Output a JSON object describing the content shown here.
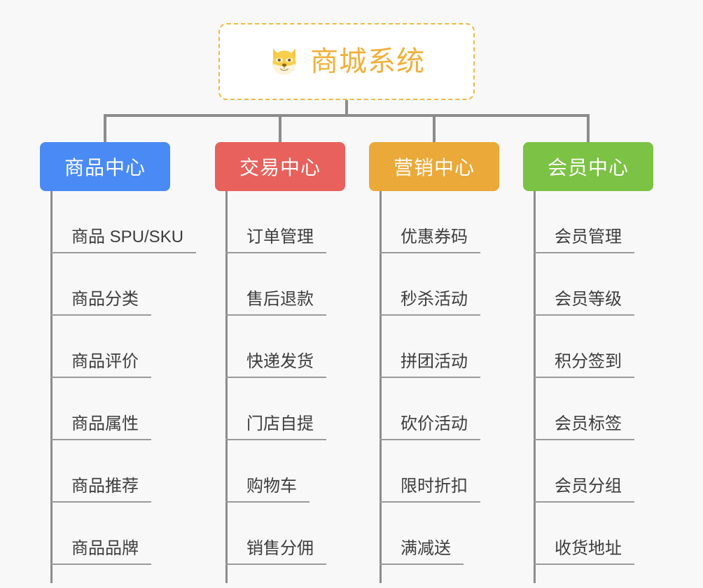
{
  "root": {
    "title": "商城系统",
    "icon": "dog-face-icon",
    "border_color": "#f0b93f",
    "text_color": "#f0b03a"
  },
  "colors": {
    "background": "#f8f8f8",
    "connector": "#8c8c8c",
    "leaf_text": "#3d3d3d",
    "leaf_rule": "#9a9a9a"
  },
  "columns": [
    {
      "title": "商品中心",
      "color": "#4a8af4",
      "items": [
        "商品 SPU/SKU",
        "商品分类",
        "商品评价",
        "商品属性",
        "商品推荐",
        "商品品牌"
      ]
    },
    {
      "title": "交易中心",
      "color": "#e8615c",
      "items": [
        "订单管理",
        "售后退款",
        "快递发货",
        "门店自提",
        "购物车",
        "销售分佣"
      ]
    },
    {
      "title": "营销中心",
      "color": "#eaa938",
      "items": [
        "优惠券码",
        "秒杀活动",
        "拼团活动",
        "砍价活动",
        "限时折扣",
        "满减送"
      ]
    },
    {
      "title": "会员中心",
      "color": "#7cc245",
      "items": [
        "会员管理",
        "会员等级",
        "积分签到",
        "会员标签",
        "会员分组",
        "收货地址"
      ]
    }
  ]
}
